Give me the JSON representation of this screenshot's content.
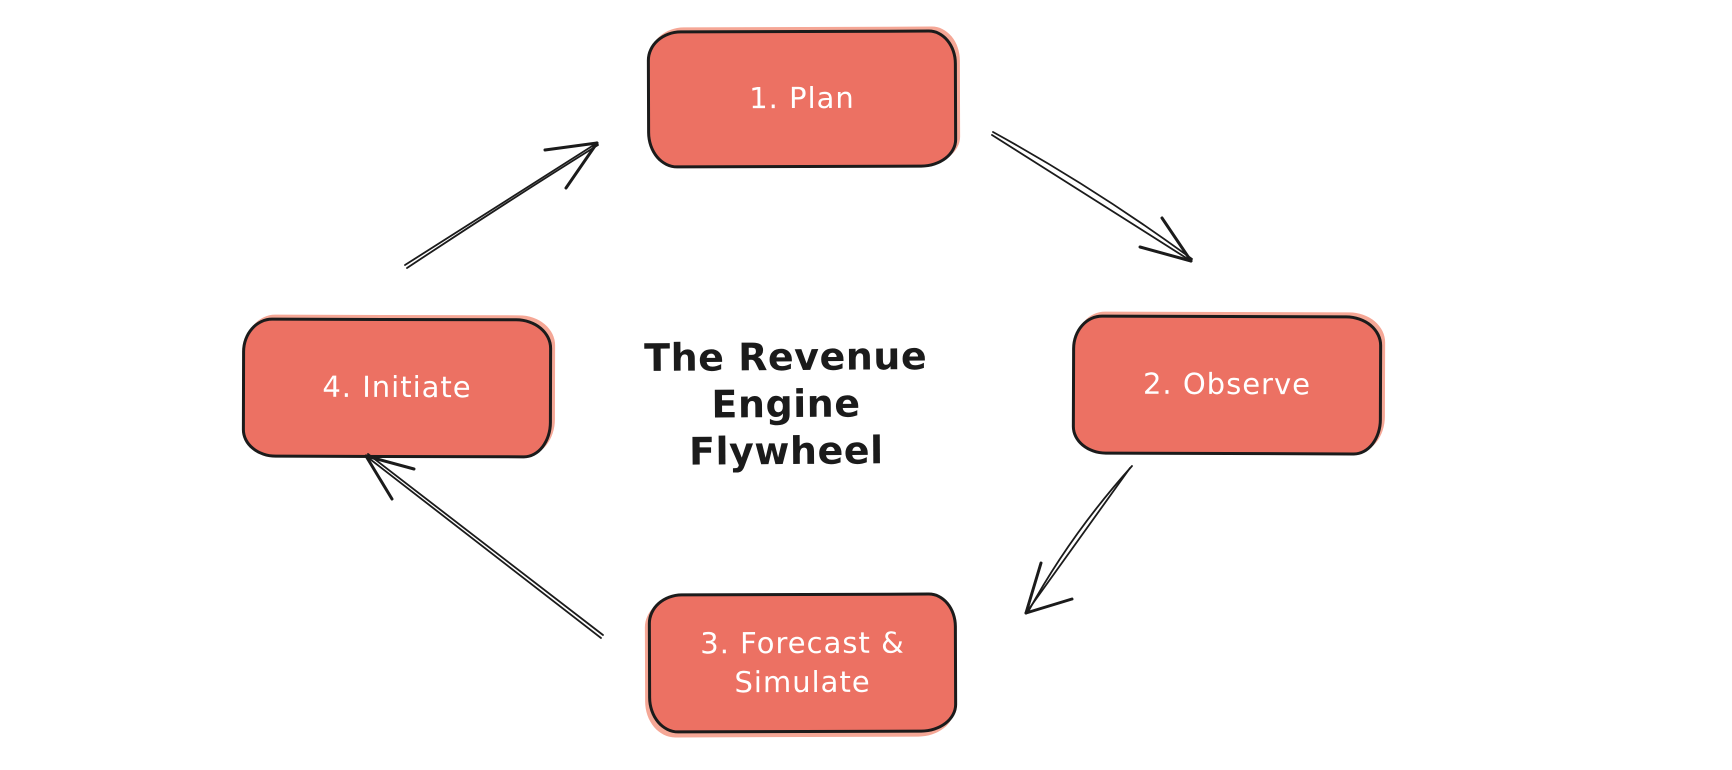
{
  "diagram": {
    "title": {
      "lines": [
        "The Revenue",
        "Engine Flywheel"
      ]
    },
    "nodes": [
      {
        "id": "plan",
        "label": "1. Plan"
      },
      {
        "id": "observe",
        "label": "2. Observe"
      },
      {
        "id": "forecast-simulate",
        "label": "3. Forecast & Simulate"
      },
      {
        "id": "initiate",
        "label": "4. Initiate"
      }
    ],
    "edges": [
      {
        "from": "plan",
        "to": "observe"
      },
      {
        "from": "observe",
        "to": "forecast-simulate"
      },
      {
        "from": "forecast-simulate",
        "to": "initiate"
      },
      {
        "from": "initiate",
        "to": "plan"
      }
    ],
    "colors": {
      "node_fill": "#ec7163",
      "node_overshoot": "#f5a796",
      "node_stroke": "#1b1b1b",
      "node_text": "#ffffff",
      "title_text": "#1b1b1b",
      "background": "#ffffff"
    }
  }
}
